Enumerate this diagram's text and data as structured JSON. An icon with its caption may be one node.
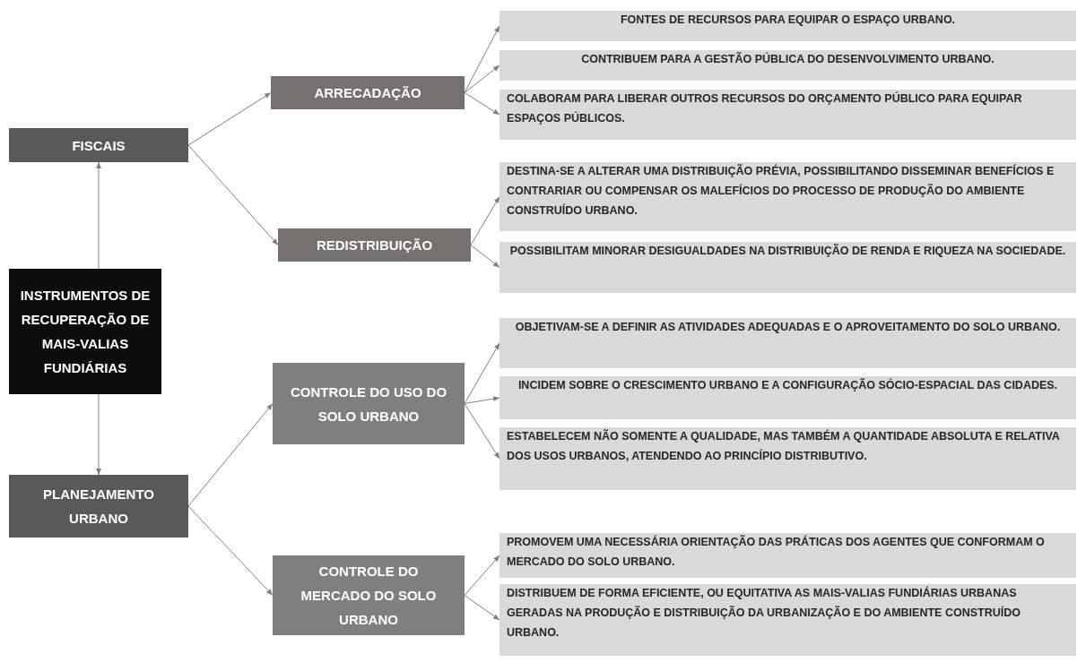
{
  "diagram": {
    "nodes": [
      {
        "text": [
          "INSTRUMENTOS DE RECUPERAÇÃO DE MAIS-VALIAS FUNDIÁRIAS"
        ]
      },
      {
        "text": [
          "FISCAIS"
        ]
      },
      {
        "text": [
          "PLANEJAMENTO URBANO"
        ]
      },
      {
        "text": [
          "ARRECADAÇÃO"
        ]
      },
      {
        "text": [
          "REDISTRIBUIÇÃO"
        ]
      },
      {
        "text": [
          "CONTROLE DO USO DO SOLO URBANO"
        ]
      },
      {
        "text": [
          "CONTROLE DO MERCADO DO SOLO URBANO"
        ]
      },
      {
        "text": [
          "FONTES DE RECURSOS PARA EQUIPAR O ESPAÇO URBANO."
        ]
      },
      {
        "text": [
          "CONTRIBUEM PARA A GESTÃO PÚBLICA DO DESENVOLVIMENTO URBANO."
        ]
      },
      {
        "text": [
          "COLABORAM PARA LIBERAR OUTROS RECURSOS DO ORÇAMENTO PÚBLICO PARA EQUIPAR ESPAÇOS PÚBLICOS."
        ]
      },
      {
        "text": [
          "DESTINA-SE A ALTERAR UMA DISTRIBUIÇÃO PRÉVIA, POSSIBILITANDO DISSEMINAR BENEFÍCIOS E CONTRARIAR OU COMPENSAR OS MALEFÍCIOS DO PROCESSO DE PRODUÇÃO DO AMBIENTE CONSTRUÍDO URBANO."
        ]
      },
      {
        "text": [
          "POSSIBILITAM MINORAR DESIGUALDADES NA DISTRIBUIÇÃO DE RENDA E RIQUEZA NA SOCIEDADE."
        ]
      },
      {
        "text": [
          "OBJETIVAM-SE A DEFINIR AS ATIVIDADES ADEQUADAS E O APROVEITAMENTO DO SOLO URBANO."
        ]
      },
      {
        "text": [
          "INCIDEM SOBRE O CRESCIMENTO URBANO E A CONFIGURAÇÃO SÓCIO-ESPACIAL DAS CIDADES."
        ]
      },
      {
        "text": [
          "ESTABELECEM NÃO SOMENTE A QUALIDADE, MAS TAMBÉM A QUANTIDADE ABSOLUTA E RELATIVA DOS USOS URBANOS, ATENDENDO AO PRINCÍPIO DISTRIBUTIVO."
        ]
      },
      {
        "text": [
          "PROMOVEM UMA NECESSÁRIA ORIENTAÇÃO DAS PRÁTICAS DOS AGENTES QUE CONFORMAM O MERCADO DO SOLO URBANO."
        ]
      },
      {
        "text": [
          "DISTRIBUEM DE FORMA EFICIENTE, OU EQUITATIVA AS MAIS-VALIAS FUNDIÁRIAS URBANAS GERADAS NA PRODUÇÃO E DISTRIBUIÇÃO DA URBANIZAÇÃO E DO AMBIENTE CONSTRUÍDO URBANO."
        ]
      }
    ],
    "edges": [
      {
        "from": 0,
        "to": 1,
        "arrow": "to"
      },
      {
        "from": 0,
        "to": 2,
        "arrow": "to"
      },
      {
        "from": 1,
        "to": 3,
        "arrow": "to"
      },
      {
        "from": 1,
        "to": 4,
        "arrow": "to"
      },
      {
        "from": 2,
        "to": 5,
        "arrow": "to"
      },
      {
        "from": 2,
        "to": 6,
        "arrow": "to"
      },
      {
        "from": 3,
        "to": 7,
        "arrow": "to"
      },
      {
        "from": 3,
        "to": 8,
        "arrow": "to"
      },
      {
        "from": 3,
        "to": 9,
        "arrow": "to"
      },
      {
        "from": 4,
        "to": 10,
        "arrow": "to"
      },
      {
        "from": 4,
        "to": 11,
        "arrow": "to"
      },
      {
        "from": 5,
        "to": 12,
        "arrow": "to"
      },
      {
        "from": 5,
        "to": 13,
        "arrow": "to"
      },
      {
        "from": 5,
        "to": 14,
        "arrow": "to"
      },
      {
        "from": 6,
        "to": 15,
        "arrow": "to"
      },
      {
        "from": 6,
        "to": 16,
        "arrow": "to"
      }
    ]
  }
}
